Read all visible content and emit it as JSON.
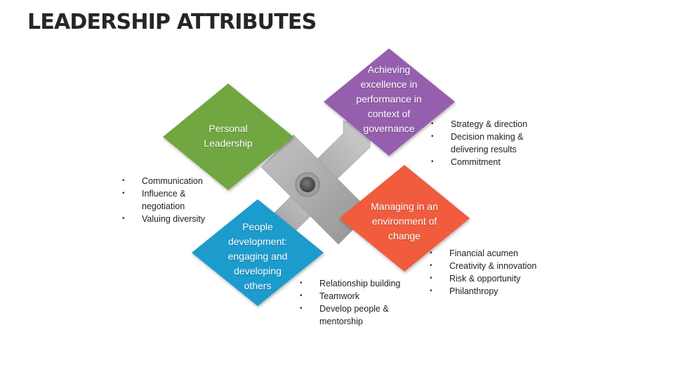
{
  "title": "LEADERSHIP ATTRIBUTES",
  "colors": {
    "personal": "#6fa73f",
    "achieving": "#955fae",
    "managing": "#f05b3c",
    "people": "#1a9bcd",
    "connector": "#a9a9a9",
    "hub": "#707070"
  },
  "diamonds": {
    "personal": {
      "lines": [
        "Personal",
        "Leadership"
      ]
    },
    "achieving": {
      "lines": [
        "Achieving",
        "excellence in",
        "performance in",
        "context of",
        "governance"
      ]
    },
    "managing": {
      "lines": [
        "Managing in an",
        "environment of",
        "change"
      ]
    },
    "people": {
      "lines": [
        "People",
        "development:",
        "engaging and",
        "developing",
        "others"
      ]
    }
  },
  "lists": {
    "personal": [
      [
        "Communication"
      ],
      [
        "Influence &",
        "negotiation"
      ],
      [
        "Valuing diversity"
      ]
    ],
    "achieving": [
      [
        "Strategy & direction"
      ],
      [
        "Decision making &",
        "delivering results"
      ],
      [
        "Commitment"
      ]
    ],
    "managing": [
      [
        "Financial acumen"
      ],
      [
        "Creativity & innovation"
      ],
      [
        "Risk & opportunity"
      ],
      [
        "Philanthropy"
      ]
    ],
    "people": [
      [
        "Relationship building"
      ],
      [
        "Teamwork"
      ],
      [
        "Develop people &",
        "mentorship"
      ]
    ]
  }
}
